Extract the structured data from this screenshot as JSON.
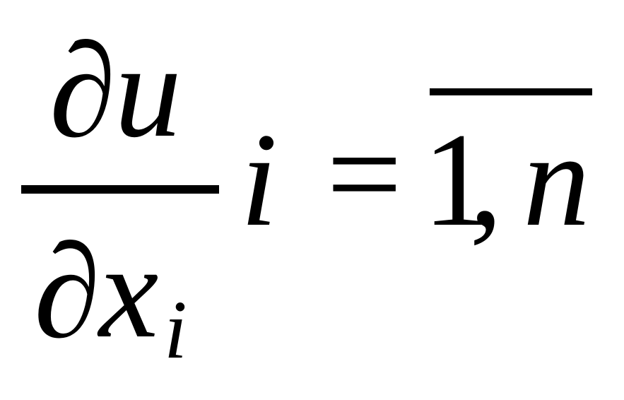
{
  "formula": {
    "numerator": {
      "partial": "∂",
      "variable": "u"
    },
    "denominator": {
      "partial": "∂",
      "variable": "x",
      "subscript": "i"
    },
    "index_variable": "i",
    "relation": "=",
    "range": {
      "start": "1",
      "separator": ",",
      "end": "n"
    }
  }
}
